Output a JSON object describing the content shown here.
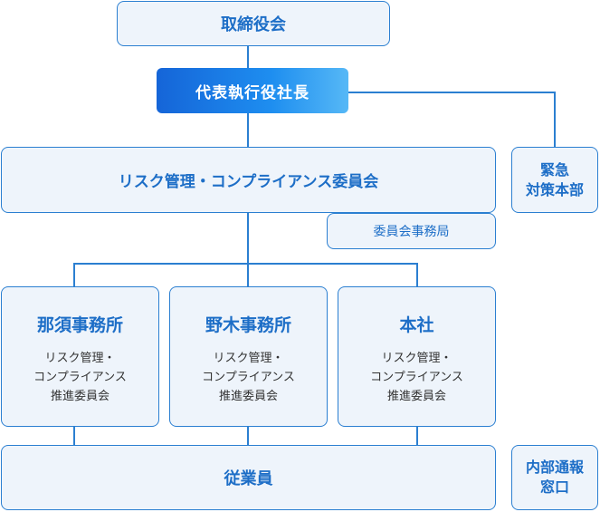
{
  "board": "取締役会",
  "ceo": "代表執行役社長",
  "emergency": [
    "緊急",
    "対策本部"
  ],
  "committee": "リスク管理・コンプライアンス委員会",
  "secretariat": "委員会事務局",
  "offices": [
    {
      "name": "那須事務所",
      "lines": [
        "リスク管理・",
        "コンプライアンス",
        "推進委員会"
      ]
    },
    {
      "name": "野木事務所",
      "lines": [
        "リスク管理・",
        "コンプライアンス",
        "推進委員会"
      ]
    },
    {
      "name": "本社",
      "lines": [
        "リスク管理・",
        "コンプライアンス",
        "推進委員会"
      ]
    }
  ],
  "employees": "従業員",
  "hotline": [
    "内部通報",
    "窓口"
  ],
  "colors": {
    "accent": "#2b7fd1",
    "box_fill": "#eef4fb",
    "text": "#1d6ec7"
  }
}
